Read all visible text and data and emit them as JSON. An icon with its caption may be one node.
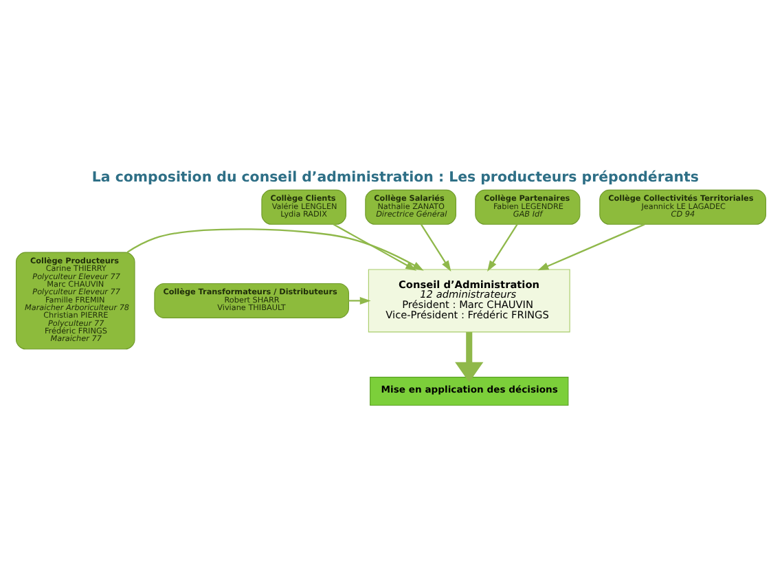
{
  "diagram": {
    "title": "La composition du conseil d’administration : Les producteurs prépondérants",
    "nodes": [
      {
        "text": [
          "Collège Clients",
          "Valérie LENGLEN",
          "Lydia RADIX"
        ]
      },
      {
        "text": [
          "Collège Salariés",
          "Nathalie ZANATO",
          "Directrice Général"
        ]
      },
      {
        "text": [
          "Collège Partenaires",
          "Fabien LEGENDRE",
          "GAB Idf"
        ]
      },
      {
        "text": [
          "Collège Collectivités Territoriales",
          "Jeannick LE LAGADEC",
          "CD 94"
        ]
      },
      {
        "text": [
          "Conseil d’Administration",
          "12 administrateurs",
          "Président : Marc CHAUVIN",
          "Vice-Président : Frédéric FRINGS"
        ]
      },
      {
        "text": [
          "Collège Producteurs",
          "Carine THIERRY",
          "Polyculteur Eleveur 77",
          "Marc CHAUVIN",
          "Polyculteur Eleveur 77",
          "Famille FREMIN",
          "Maraicher Arboriculteur 78",
          "Christian PIERRE",
          "Polyculteur 77",
          "Frédéric FRINGS",
          "Maraicher 77"
        ]
      },
      {
        "text": [
          "Collège Transformateurs / Distributeurs",
          "Robert SHARR",
          "Viviane THIBAULT"
        ]
      },
      {
        "text": [
          "Mise en application des décisions"
        ]
      }
    ],
    "edges": [
      {
        "from": 0,
        "to": 4,
        "arrow": "to"
      },
      {
        "from": 1,
        "to": 4,
        "arrow": "to"
      },
      {
        "from": 2,
        "to": 4,
        "arrow": "to"
      },
      {
        "from": 3,
        "to": 4,
        "arrow": "to"
      },
      {
        "from": 5,
        "to": 4,
        "arrow": "to"
      },
      {
        "from": 6,
        "to": 4,
        "arrow": "to"
      },
      {
        "from": 4,
        "to": 7,
        "arrow": "to",
        "style": "thick"
      }
    ]
  }
}
